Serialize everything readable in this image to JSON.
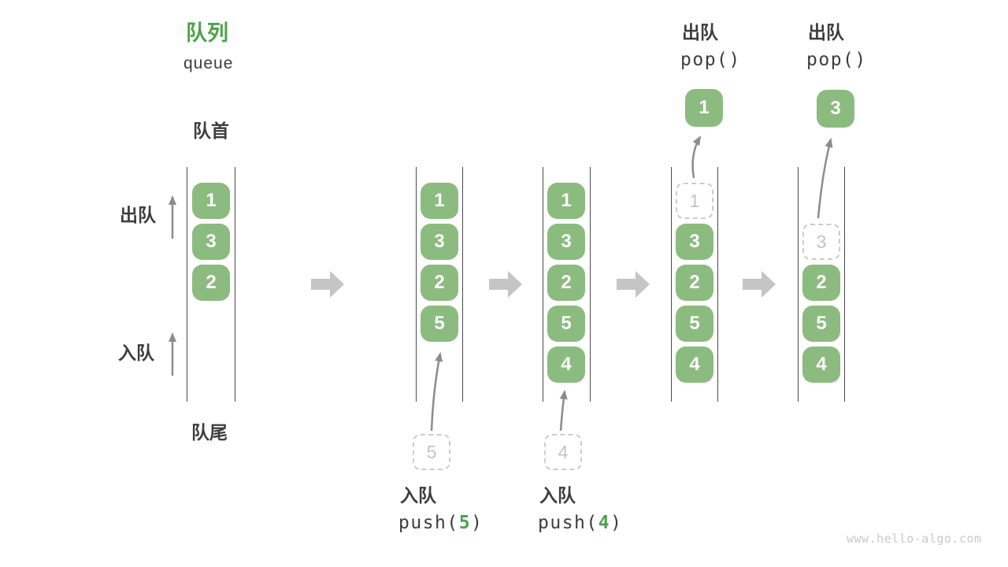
{
  "header": {
    "title_zh": "队列",
    "title_en": "queue"
  },
  "labels": {
    "front": "队首",
    "rear": "队尾",
    "dequeue": "出队",
    "enqueue": "入队"
  },
  "watermark": "www.hello-algo.com",
  "colors": {
    "box_green": "#8cbb7f",
    "accent_green": "#4aa34a",
    "text_dark": "#3d3d3d",
    "line_dark": "#4a4a4a",
    "thin_arrow_gray": "#8c8c8c",
    "block_arrow_gray": "#c5c5c5",
    "dashed_border_gray": "#cccccc",
    "dashed_text_gray": "#c4c4c4",
    "watermark_gray": "#c9c9c9"
  },
  "states": [
    {
      "queue": [
        "1",
        "3",
        "2"
      ]
    },
    {
      "queue": [
        "1",
        "3",
        "2",
        "5"
      ],
      "incoming": "5",
      "op": {
        "label": "入队",
        "fn": "push(",
        "arg": "5",
        "close": ")"
      }
    },
    {
      "queue": [
        "1",
        "3",
        "2",
        "5",
        "4"
      ],
      "incoming": "4",
      "op": {
        "label": "入队",
        "fn": "push(",
        "arg": "4",
        "close": ")"
      }
    },
    {
      "queue_dashed": "1",
      "queue": [
        "3",
        "2",
        "5",
        "4"
      ],
      "popped": "1",
      "op": {
        "label": "出队",
        "fn": "pop()"
      }
    },
    {
      "queue_dashed": "3",
      "queue": [
        "2",
        "5",
        "4"
      ],
      "popped": "3",
      "op": {
        "label": "出队",
        "fn": "pop()"
      }
    }
  ]
}
